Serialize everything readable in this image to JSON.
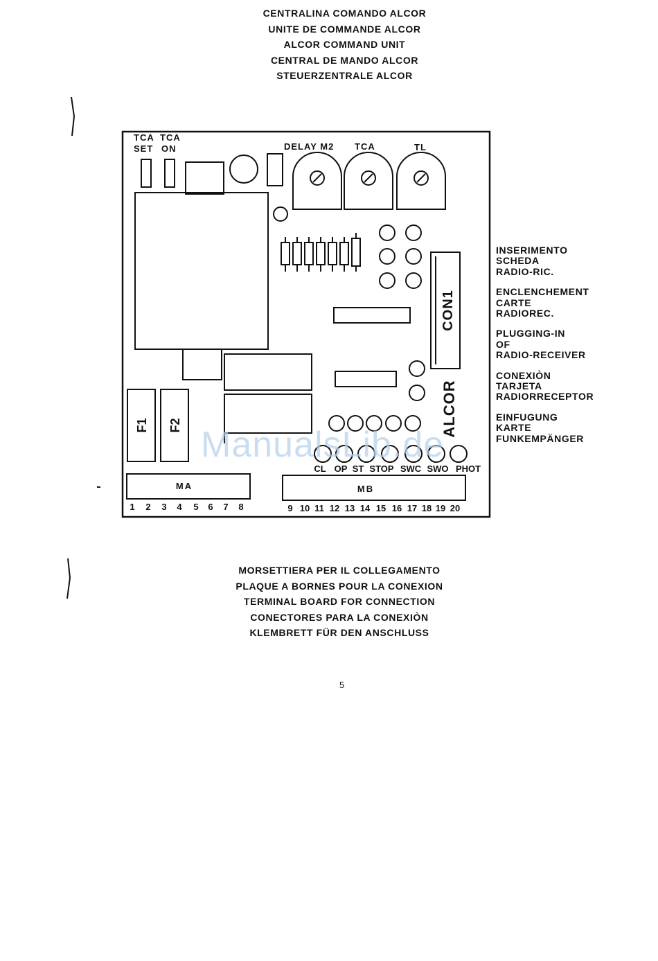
{
  "title_lines": [
    "CENTRALINA COMANDO ALCOR",
    "UNITE DE COMMANDE ALCOR",
    "ALCOR COMMAND UNIT",
    "CENTRAL DE MANDO ALCOR",
    "STEUERZENTRALE ALCOR"
  ],
  "board": {
    "tca_set": [
      "TCA",
      "SET"
    ],
    "tca_on": [
      "TCA",
      "ON"
    ],
    "delay_m2": "DELAY M2",
    "tca": "TCA",
    "tl": "TL",
    "con1": "CON1",
    "alcor": "ALCOR",
    "f1": "F1",
    "f2": "F2",
    "ma": "MA",
    "mb": "MB",
    "signals": [
      "CL",
      "OP",
      "ST",
      "STOP",
      "SWC",
      "SWO",
      "PHOT"
    ],
    "ma_terminals": [
      "1",
      "2",
      "3",
      "4",
      "5",
      "6",
      "7",
      "8"
    ],
    "mb_terminals": [
      "9",
      "10",
      "11",
      "12",
      "13",
      "14",
      "15",
      "16",
      "17",
      "18",
      "19",
      "20"
    ]
  },
  "side_note_groups": [
    [
      "INSERIMENTO",
      "SCHEDA",
      "RADIO-RIC."
    ],
    [
      "ENCLENCHEMENT",
      "CARTE",
      "RADIOREC."
    ],
    [
      "PLUGGING-IN",
      "OF",
      "RADIO-RECEIVER"
    ],
    [
      "CONEXIÒN",
      "TARJETA",
      "RADIORRECEPTOR"
    ],
    [
      "EINFUGUNG",
      "KARTE",
      "FUNKEMPÄNGER"
    ]
  ],
  "footer_lines": [
    "MORSETTIERA PER IL COLLEGAMENTO",
    "PLAQUE A BORNES POUR LA CONEXION",
    "TERMINAL BOARD FOR CONNECTION",
    "CONECTORES PARA LA CONEXIÒN",
    "KLEMBRETT FÜR DEN ANSCHLUSS"
  ],
  "page_number": "5",
  "watermark": "ManualsLib.de"
}
